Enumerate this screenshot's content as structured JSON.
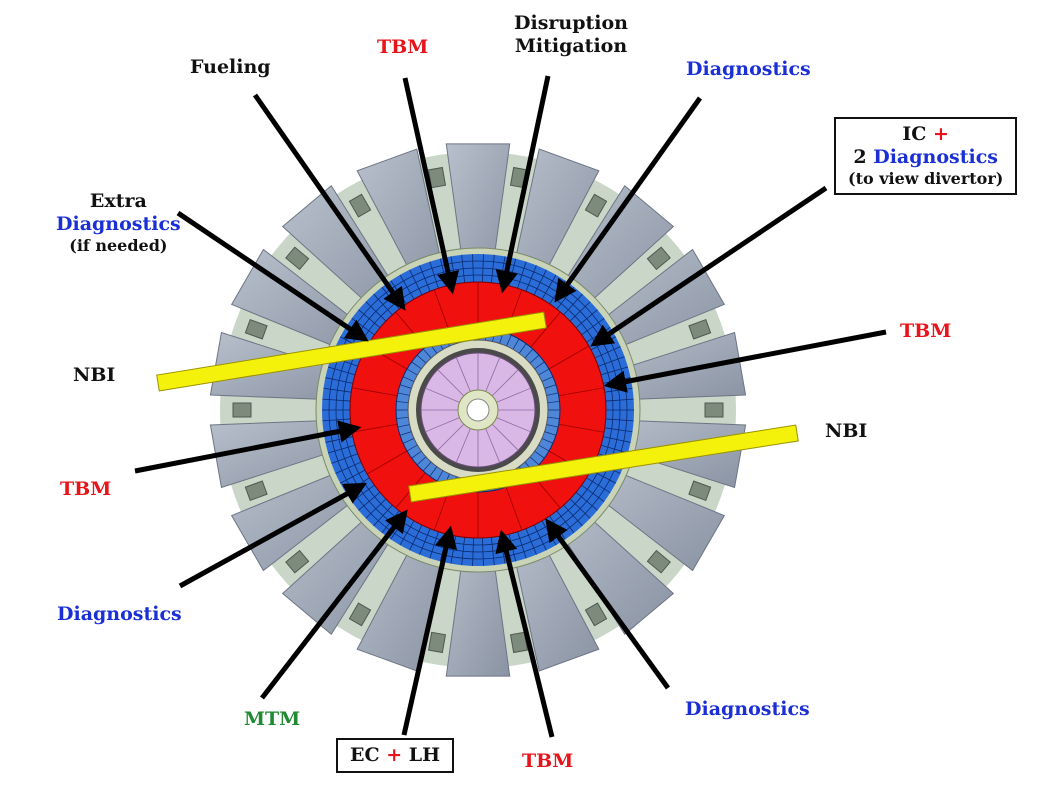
{
  "colors": {
    "tbm": "#e8141b",
    "diagnostics": "#1a2fd6",
    "mtm": "#1f8a32",
    "nbi_beam": "#f4f20a",
    "arrow": "#000000",
    "plasma_region": "#f0100e",
    "blanket_modules": "#2a6dd9",
    "tf_coils": "#9aa3b2",
    "central_solenoid": "#d9b8e6"
  },
  "labels": {
    "fueling": "Fueling",
    "tbm_top": "TBM",
    "disruption": "Disruption",
    "mitigation": "Mitigation",
    "diagnostics_top": "Diagnostics",
    "ic": "IC",
    "plus": "+",
    "two": "2",
    "diagnostics_word": "Diagnostics",
    "view_divertor": "(to view divertor)",
    "extra": "Extra",
    "extra_diag": "Diagnostics",
    "if_needed": "(if needed)",
    "nbi_left": "NBI",
    "nbi_right": "NBI",
    "tbm_right": "TBM",
    "tbm_left": "TBM",
    "diagnostics_left": "Diagnostics",
    "mtm": "MTM",
    "ec": "EC",
    "lh": "LH",
    "tbm_bottom": "TBM",
    "diagnostics_bottom": "Diagnostics"
  }
}
